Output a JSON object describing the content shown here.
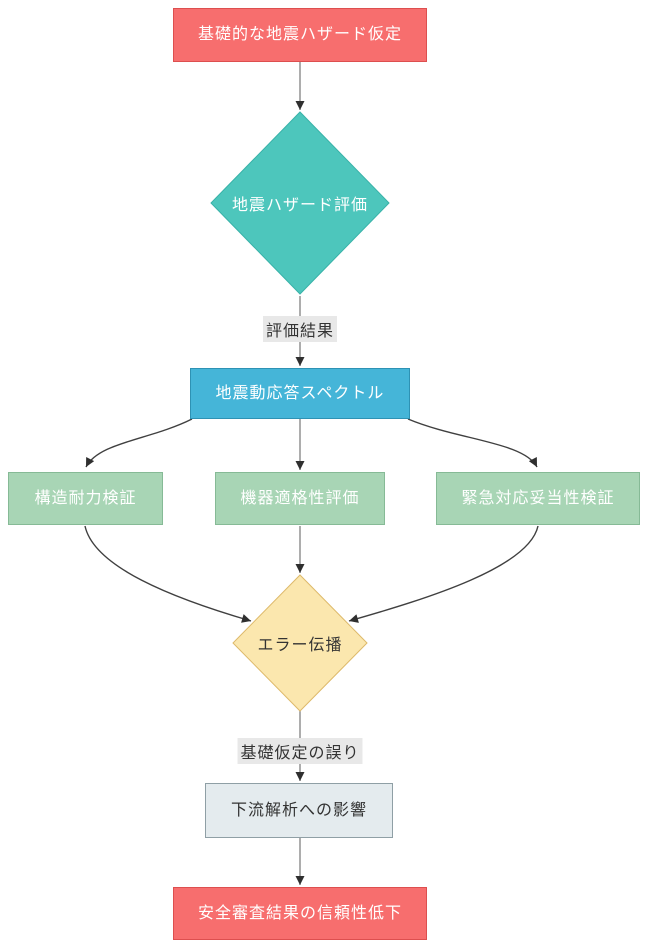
{
  "diagram": {
    "title": "seismic-hazard-error-propagation-flowchart",
    "nodes": {
      "basic_assumption": {
        "label": "基礎的な地震ハザード仮定",
        "shape": "rect",
        "color_key": "red"
      },
      "hazard_evaluation": {
        "label": "地震ハザード評価",
        "shape": "diamond",
        "color_key": "teal"
      },
      "response_spectrum": {
        "label": "地震動応答スペクトル",
        "shape": "rect",
        "color_key": "blue"
      },
      "structural_verification": {
        "label": "構造耐力検証",
        "shape": "rect",
        "color_key": "green"
      },
      "equipment_qualification": {
        "label": "機器適格性評価",
        "shape": "rect",
        "color_key": "green"
      },
      "emergency_validation": {
        "label": "緊急対応妥当性検証",
        "shape": "rect",
        "color_key": "green"
      },
      "error_propagation": {
        "label": "エラー伝播",
        "shape": "diamond",
        "color_key": "yellow"
      },
      "downstream_impact": {
        "label": "下流解析への影響",
        "shape": "rect",
        "color_key": "gray"
      },
      "reliability_degradation": {
        "label": "安全審査結果の信頼性低下",
        "shape": "rect",
        "color_key": "red"
      }
    },
    "edge_labels": {
      "evaluation_result": "評価結果",
      "assumption_error": "基礎仮定の誤り"
    },
    "colors": {
      "red_fill": "#f76e6e",
      "red_stroke": "#dd4f4f",
      "teal_fill": "#4dc6bc",
      "teal_stroke": "#38b2a8",
      "blue_fill": "#45b5d8",
      "blue_stroke": "#2e92b4",
      "green_fill": "#a8d5b5",
      "green_stroke": "#86ba96",
      "yellow_fill": "#fbe7ae",
      "yellow_stroke": "#ddb96a",
      "gray_fill": "#e4ebee",
      "gray_stroke": "#8f9fa5",
      "edge_line": "#8a8a8a",
      "edge_curve": "#404040",
      "arrowhead": "#2f2f2f",
      "label_bg": "#e8e8e8",
      "light_text": "#ffffff",
      "dark_text": "#333333"
    }
  }
}
